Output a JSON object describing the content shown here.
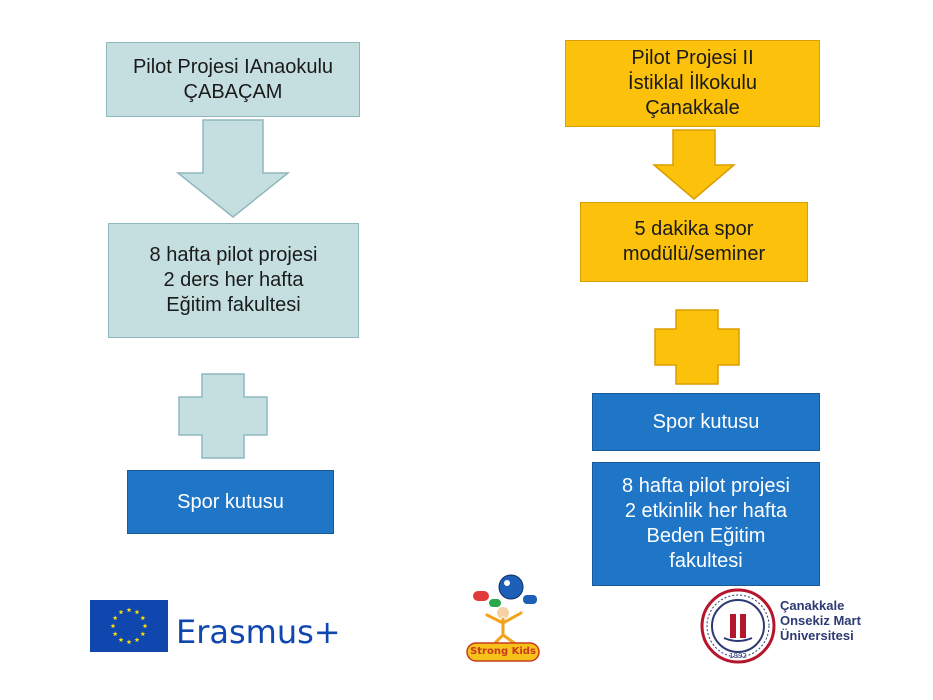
{
  "left": {
    "box1": "Pilot Projesi IAnaokulu\nÇABAÇAM",
    "box2": "8 hafta pilot projesi\n2 ders her hafta\nEğitim fakultesi",
    "box3": "Spor kutusu"
  },
  "right": {
    "box1": "Pilot Projesi II\nİstiklal İlkokulu\nÇanakkale",
    "box2": "5 dakika spor\nmodülü/seminer",
    "box3": "Spor kutusu",
    "box4": "8 hafta pilot projesi\n2 etkinlik her hafta\nBeden Eğitim\nfakultesi"
  },
  "logos": {
    "erasmus": "Erasmus+",
    "strongkids": "Strong Kids",
    "university_line1": "Çanakkale",
    "university_line2": "Onsekiz Mart",
    "university_line3": "Üniversitesi",
    "university_seal_year": "1992"
  },
  "colors": {
    "teal": "#c5dfe1",
    "gold": "#fcc10b",
    "blue": "#1f75c6",
    "eu_blue": "#0f47af",
    "eu_star": "#ffdd00",
    "university_red": "#b5162b"
  }
}
